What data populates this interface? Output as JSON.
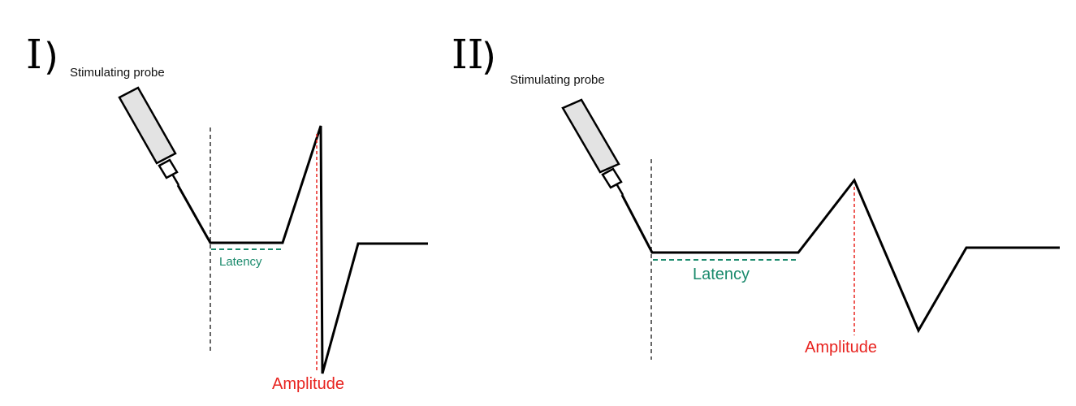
{
  "panels": [
    {
      "label": "I)",
      "roman": "I",
      "paren": ")",
      "probe_label": "Stimulating probe",
      "latency_label": "Latency",
      "amplitude_label": "Amplitude"
    },
    {
      "label": "II)",
      "roman": "II",
      "paren": ")",
      "probe_label": "Stimulating probe",
      "latency_label": "Latency",
      "amplitude_label": "Amplitude"
    }
  ],
  "colors": {
    "trace": "#000000",
    "stimulus_marker": "#333333",
    "latency": "#1a8a6c",
    "amplitude": "#e8231f",
    "probe_fill": "#e3e3e3"
  }
}
